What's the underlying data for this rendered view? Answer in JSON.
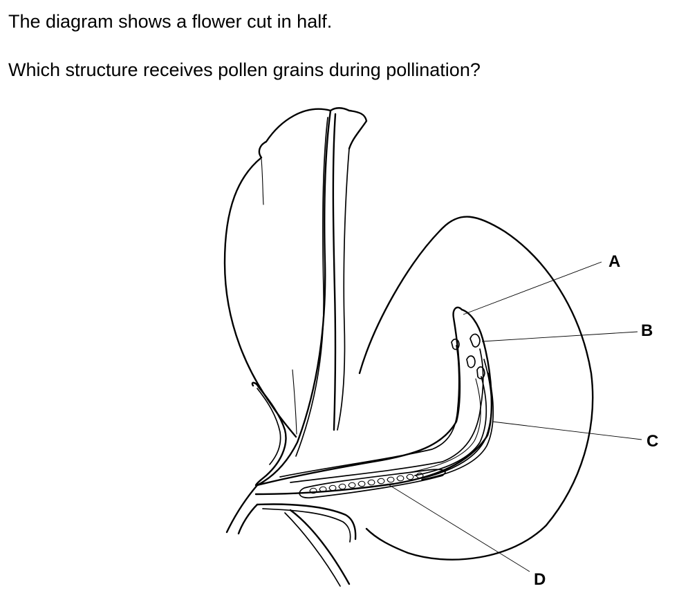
{
  "question": {
    "intro": "The diagram shows a flower cut in half.",
    "prompt": "Which structure receives pollen grains during pollination?"
  },
  "diagram": {
    "labels": [
      {
        "id": "A",
        "text": "A"
      },
      {
        "id": "B",
        "text": "B"
      },
      {
        "id": "C",
        "text": "C"
      },
      {
        "id": "D",
        "text": "D"
      }
    ]
  }
}
